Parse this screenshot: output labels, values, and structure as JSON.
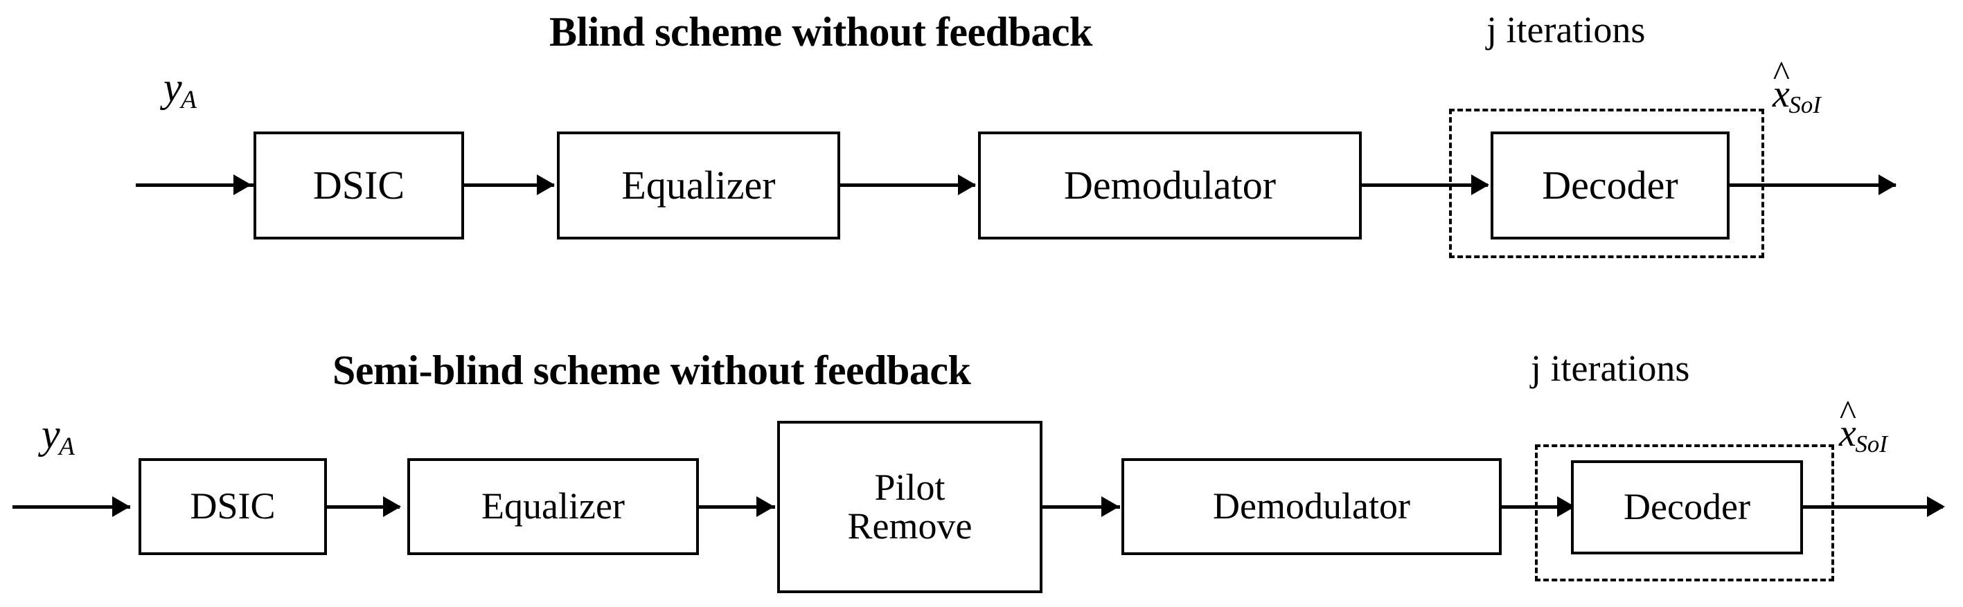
{
  "figure": {
    "kind": "block-diagram",
    "background_color": "#ffffff",
    "line_color": "#000000"
  },
  "schemes": [
    {
      "id": "blind",
      "title": "Blind scheme without feedback",
      "input_label": {
        "base": "y",
        "subscript": "A"
      },
      "output_label": {
        "base": "x",
        "accent": "hat",
        "subscript": "SoI"
      },
      "iteration_label": "j iterations",
      "blocks": [
        {
          "label": "DSIC"
        },
        {
          "label": "Equalizer"
        },
        {
          "label": "Demodulator"
        },
        {
          "label": "Decoder",
          "grouped_dashed": true
        }
      ]
    },
    {
      "id": "semi-blind",
      "title": "Semi-blind scheme without feedback",
      "input_label": {
        "base": "y",
        "subscript": "A"
      },
      "output_label": {
        "base": "x",
        "accent": "hat",
        "subscript": "SoI"
      },
      "iteration_label": "j iterations",
      "blocks": [
        {
          "label": "DSIC"
        },
        {
          "label": "Equalizer"
        },
        {
          "label": "Pilot\nRemove"
        },
        {
          "label": "Demodulator"
        },
        {
          "label": "Decoder",
          "grouped_dashed": true
        }
      ]
    }
  ]
}
